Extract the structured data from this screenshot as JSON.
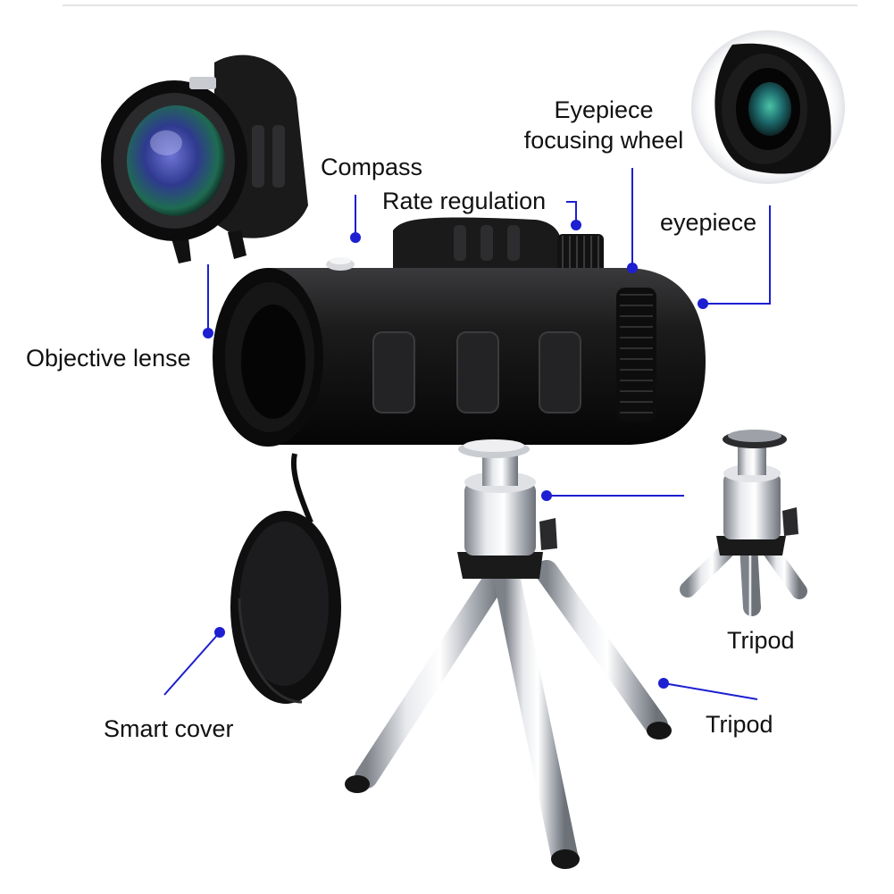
{
  "image": {
    "subject": "monocular-telescope-with-tripod",
    "accent_color": "#1d1fd0",
    "background": "#ffffff"
  },
  "labels": {
    "eyepiece_focusing_wheel": {
      "line1": "Eyepiece",
      "line2": "focusing wheel"
    },
    "compass": "Compass",
    "rate_regulation": "Rate regulation",
    "eyepiece": "eyepiece",
    "objective_lense": "Objective lense",
    "smart_cover": "Smart cover",
    "tripod_small": "Tripod",
    "tripod_main": "Tripod"
  }
}
